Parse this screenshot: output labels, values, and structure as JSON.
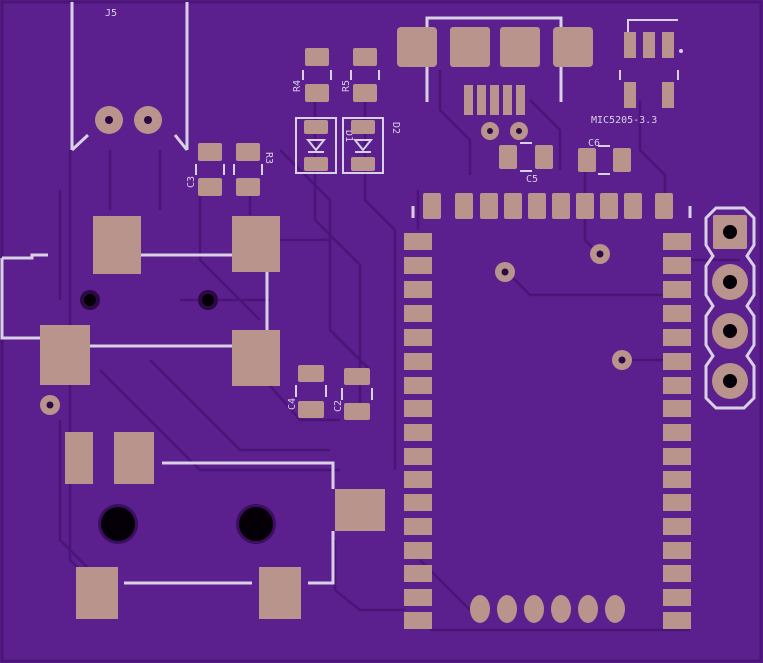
{
  "labels": {
    "j5": "J5",
    "r4": "R4",
    "r5": "R5",
    "d1": "D1",
    "d2": "D2",
    "c3": "C3",
    "r3": "R3",
    "c5": "C5",
    "c6": "C6",
    "c4": "C4",
    "c2": "C2",
    "reg": "MIC5205-3.3"
  },
  "colors": {
    "board": "#5b1f8e",
    "copper_pad": "#b8948c",
    "silkscreen": "#d8d0e4",
    "trace": "#4a1577"
  }
}
